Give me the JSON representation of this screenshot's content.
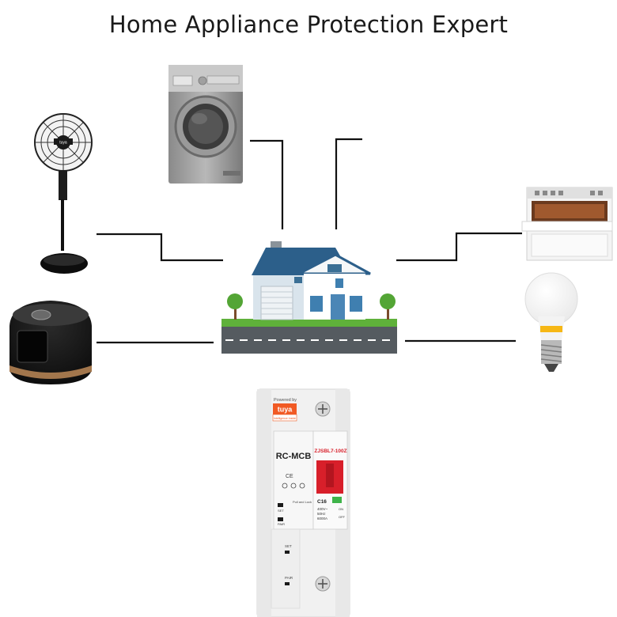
{
  "title": "Home Appliance Protection Expert",
  "house": {
    "label": "house-with-road"
  },
  "appliances": [
    {
      "name": "standing-fan",
      "brand_text": "tuya"
    },
    {
      "name": "washing-machine"
    },
    {
      "name": "rice-cooker"
    },
    {
      "name": "oven"
    },
    {
      "name": "light-bulb"
    }
  ],
  "breaker": {
    "powered_by": "Powered by",
    "brand": "tuya",
    "brand_sub": "Intelligence Inside",
    "model_label": "RC-MCB",
    "model_number": "ZJSBL7-100Z",
    "rating": "C16",
    "spec_voltage": "400V~",
    "spec_freq": "50Hz",
    "spec_capacity": "6000A",
    "set_label": "SET",
    "pair_label": "PAIR",
    "on_label": "ON",
    "off_label": "OFF",
    "pull_label": "Pull and Lock",
    "set_label_lower": "SET",
    "pair_label_lower": "PAIR"
  },
  "colors": {
    "line": "#111111",
    "breaker_red": "#d81f2a",
    "tuya_orange": "#f15a24",
    "roof_blue": "#2c5f8a",
    "grass": "#5fb13a"
  }
}
